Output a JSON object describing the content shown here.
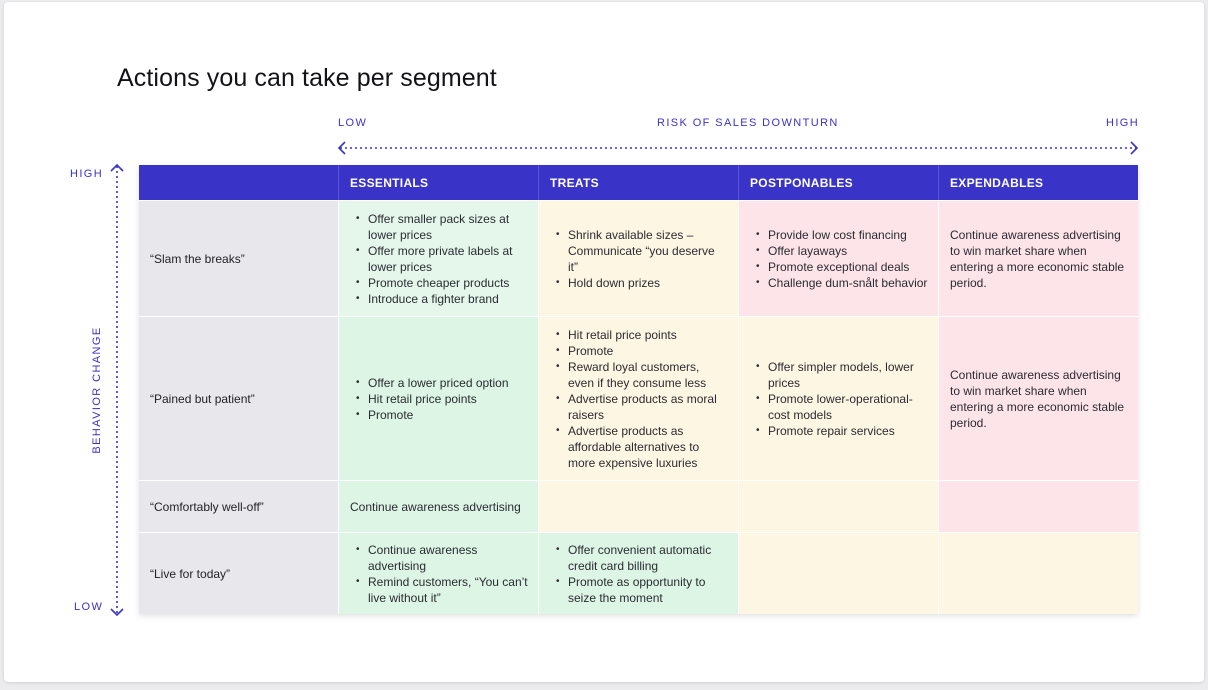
{
  "title": "Actions you can take per segment",
  "x_axis": {
    "low": "LOW",
    "title": "RISK OF SALES DOWNTURN",
    "high": "HIGH"
  },
  "y_axis": {
    "high": "HIGH",
    "title": "BEHAVIOR CHANGE",
    "low": "LOW"
  },
  "columns": [
    "ESSENTIALS",
    "TREATS",
    "POSTPONABLES",
    "EXPENDABLES"
  ],
  "rows": [
    {
      "label": "“Slam the breaks”",
      "cells": [
        [
          "Offer smaller pack sizes at lower prices",
          "Offer more private labels at lower prices",
          "Promote cheaper products",
          "Introduce a fighter brand"
        ],
        [
          "Shrink available sizes – Communicate “you deserve it”",
          "Hold down prizes"
        ],
        [
          " Provide low cost financing",
          "Offer layaways",
          "Promote exceptional deals",
          "Challenge dum-snålt behavior"
        ],
        "Continue awareness advertising to win market share when entering a more economic stable period."
      ]
    },
    {
      "label": "“Pained but patient”",
      "cells": [
        [
          "Offer a lower priced option",
          "Hit retail price points",
          "Promote"
        ],
        [
          " Hit retail price points",
          "Promote",
          "Reward loyal customers, even if they consume less",
          "Advertise products as moral raisers",
          "Advertise products as affordable alternatives to more expensive luxuries"
        ],
        [
          "Offer simpler models, lower prices",
          "Promote lower-operational-cost models",
          "Promote repair services"
        ],
        "Continue awareness advertising to win market share when entering a more economic stable period."
      ]
    },
    {
      "label": "“Comfortably well-off”",
      "cells": [
        "Continue awareness advertising",
        "",
        "",
        ""
      ]
    },
    {
      "label": "“Live for today”",
      "cells": [
        [
          "Continue awareness advertising",
          "Remind customers, “You can’t live without it”"
        ],
        [
          "Offer convenient automatic credit card billing",
          "Promote as opportunity to seize the moment"
        ],
        "",
        ""
      ]
    }
  ],
  "colors": {
    "accent": "#3a33c7",
    "green": "#dcf5e4",
    "yellow": "#fdf6e2",
    "pink": "#fce4e8",
    "label_bg": "#e8e8ec"
  }
}
